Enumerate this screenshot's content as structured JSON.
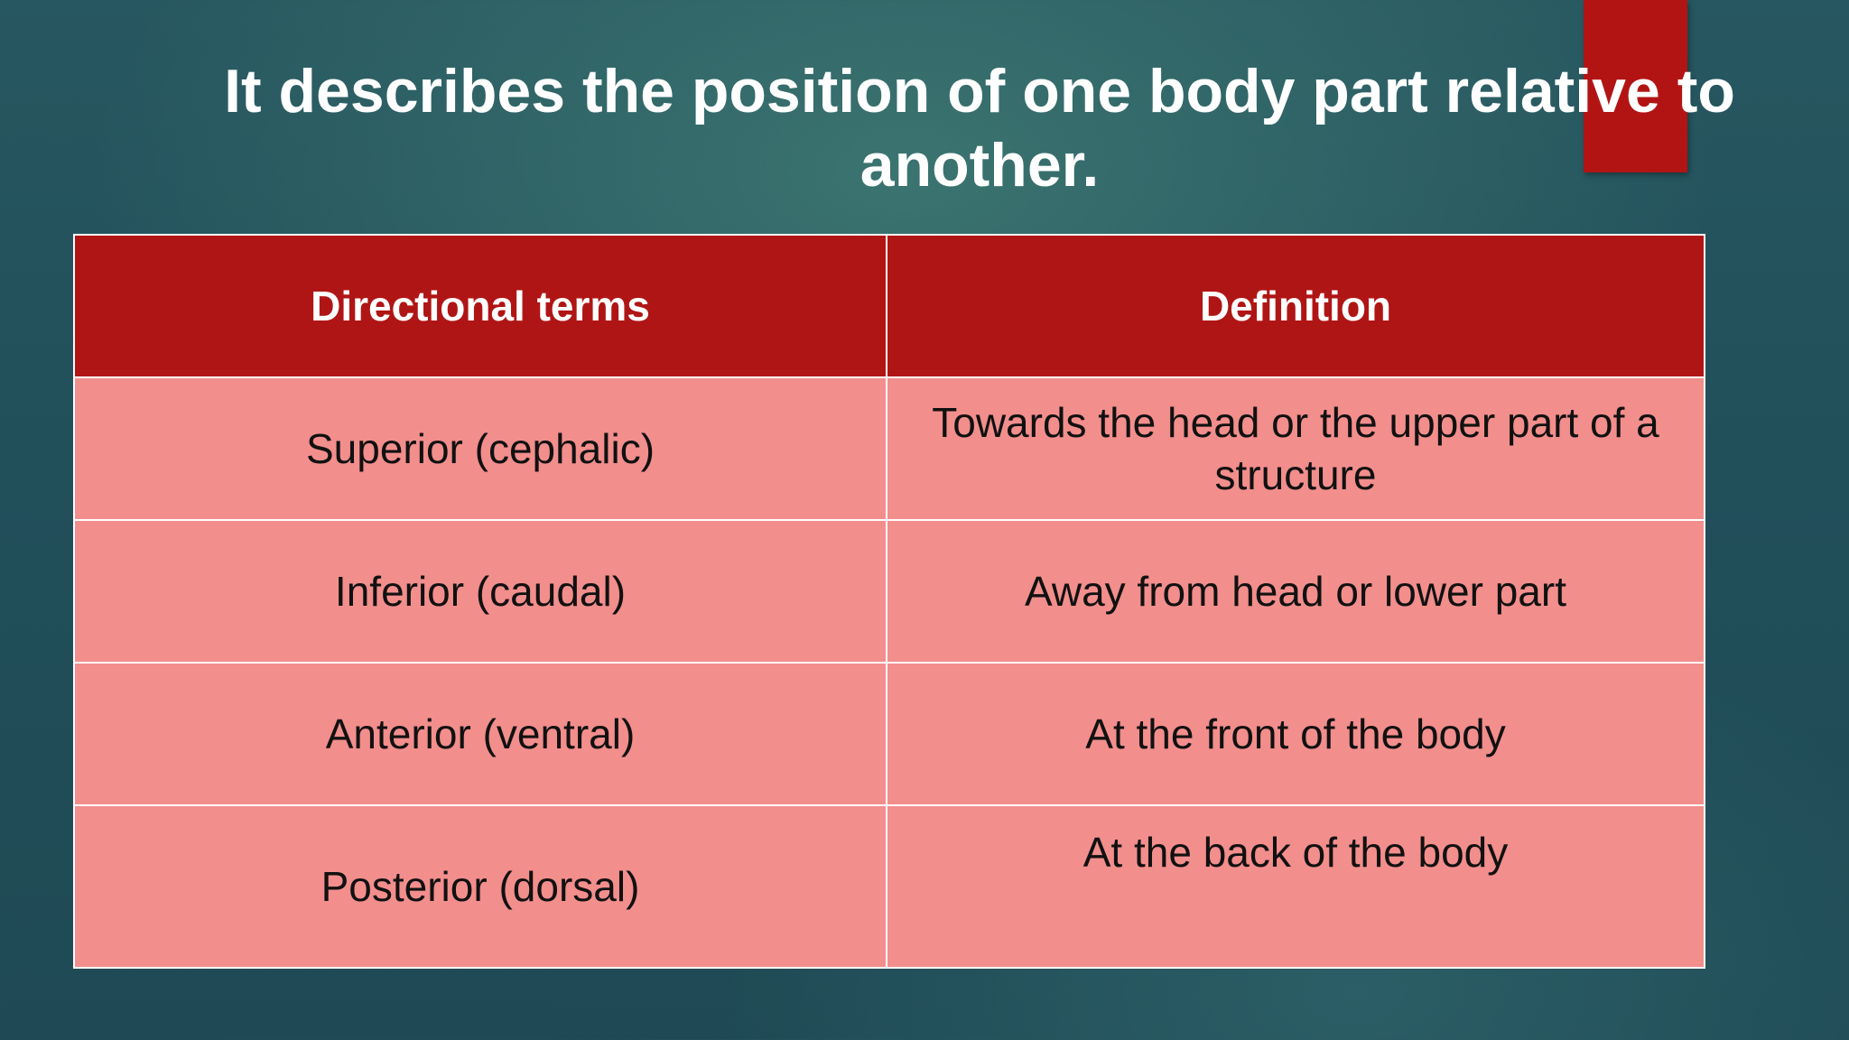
{
  "slide": {
    "title_lines": [
      "It describes the position of one body part relative to",
      "another."
    ]
  },
  "table": {
    "headers": [
      "Directional terms",
      "Definition"
    ],
    "rows": [
      {
        "term": "Superior (cephalic)",
        "definition": "Towards the head or the upper part of a structure"
      },
      {
        "term": "Inferior (caudal)",
        "definition": "Away from head or lower part"
      },
      {
        "term": "Anterior (ventral)",
        "definition": "At the front of the body"
      },
      {
        "term": "Posterior (dorsal)",
        "definition": "At the back of the body"
      }
    ]
  },
  "colors": {
    "background": "#235460",
    "accent": "#b21414",
    "header_fill": "#b01515",
    "row_fill": "#f28e8c",
    "title_text": "#ffffff"
  }
}
